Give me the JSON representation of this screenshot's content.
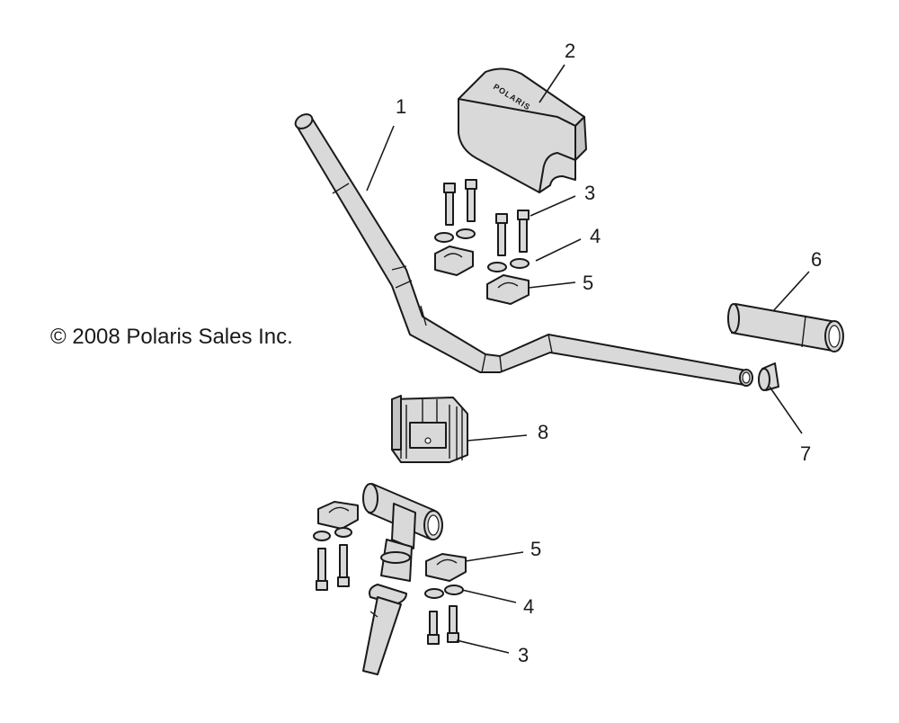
{
  "copyright": "© 2008 Polaris Sales Inc.",
  "pad_brand": "POLARIS",
  "callouts": [
    {
      "id": "1",
      "label": "1"
    },
    {
      "id": "2",
      "label": "2"
    },
    {
      "id": "3a",
      "label": "3"
    },
    {
      "id": "4a",
      "label": "4"
    },
    {
      "id": "5a",
      "label": "5"
    },
    {
      "id": "6",
      "label": "6"
    },
    {
      "id": "7",
      "label": "7"
    },
    {
      "id": "8",
      "label": "8"
    },
    {
      "id": "5b",
      "label": "5"
    },
    {
      "id": "4b",
      "label": "4"
    },
    {
      "id": "3b",
      "label": "3"
    }
  ]
}
